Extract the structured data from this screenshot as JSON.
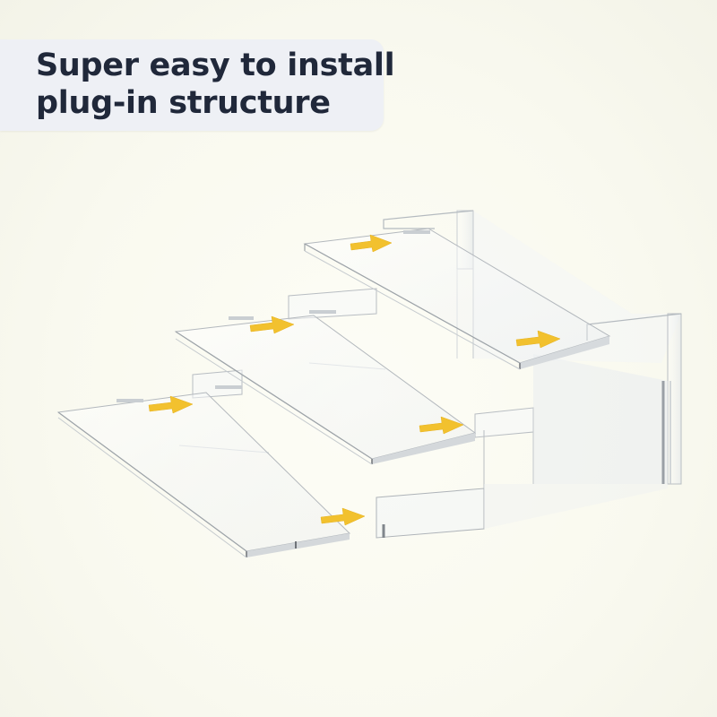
{
  "banner": {
    "line1": "Super easy to install",
    "line2": "plug-in structure"
  },
  "colors": {
    "banner_bg": "#eef0f5",
    "title_text": "#20283a",
    "arrow": "#f2c12e",
    "acrylic_edge": "#6f7378"
  },
  "illustration": {
    "subject": "clear acrylic three-tier riser stand",
    "tiers": 3,
    "arrow_icon": "arrow-right-icon",
    "arrow_count": 6
  }
}
